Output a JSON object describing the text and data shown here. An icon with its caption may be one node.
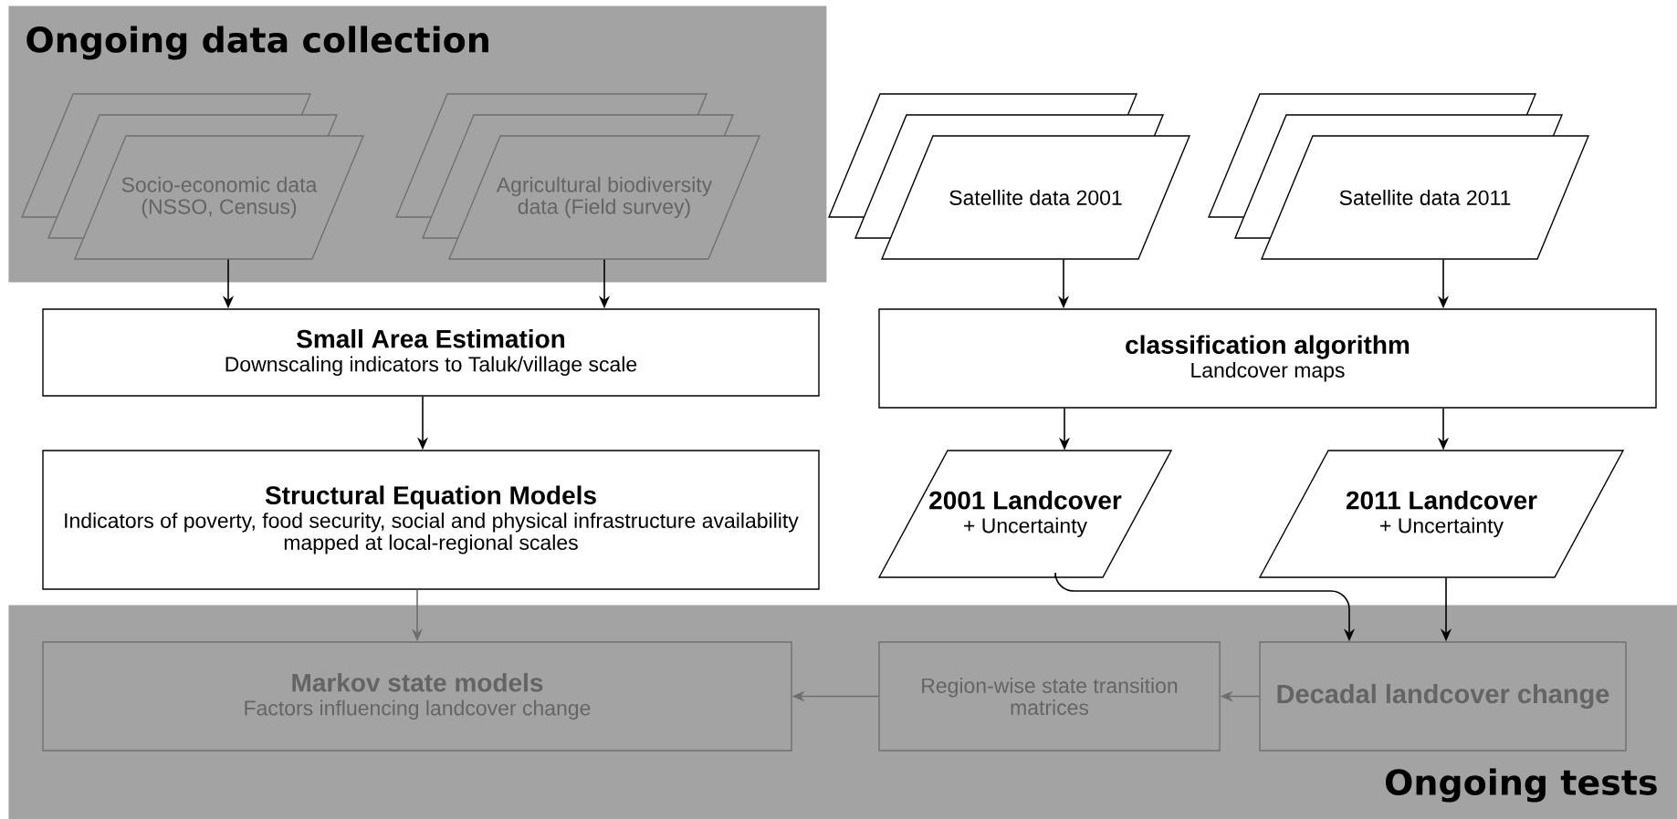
{
  "diagram": {
    "nodes": [
      {
        "text": [
          "Ongoing data collection"
        ]
      },
      {
        "text": [
          "Socio-economic data (NSSO, Census)"
        ],
        "in": 0
      },
      {
        "text": [
          "Agricultural biodiversity data (Field survey)"
        ],
        "in": 0
      },
      {
        "text": [
          "Satellite data 2001"
        ]
      },
      {
        "text": [
          "Satellite data 2011"
        ]
      },
      {
        "text": [
          "Small Area Estimation",
          "Downscaling indicators to Taluk/village scale"
        ]
      },
      {
        "text": [
          "classification algorithm",
          "Landcover maps"
        ]
      },
      {
        "text": [
          "Structural Equation Models",
          "Indicators of poverty, food security, social and physical infrastructure availability mapped at local-regional scales"
        ]
      },
      {
        "text": [
          "2001 Landcover",
          "+ Uncertainty"
        ]
      },
      {
        "text": [
          "2011 Landcover",
          "+ Uncertainty"
        ]
      },
      {
        "text": [
          "Ongoing tests"
        ]
      },
      {
        "text": [
          "Markov state models",
          "Factors influencing landcover change"
        ],
        "in": 10
      },
      {
        "text": [
          "Region-wise state transition matrices"
        ],
        "in": 10
      },
      {
        "text": [
          "Decadal landcover change"
        ],
        "in": 10
      }
    ],
    "edges": [
      {
        "from": 1,
        "to": 5,
        "arrow": "to"
      },
      {
        "from": 2,
        "to": 5,
        "arrow": "to"
      },
      {
        "from": 5,
        "to": 7,
        "arrow": "to"
      },
      {
        "from": 7,
        "to": 11,
        "arrow": "to",
        "color": "#6e6e6e"
      },
      {
        "from": 3,
        "to": 6,
        "arrow": "to"
      },
      {
        "from": 4,
        "to": 6,
        "arrow": "to"
      },
      {
        "from": 6,
        "to": 8,
        "arrow": "to"
      },
      {
        "from": 6,
        "to": 9,
        "arrow": "to"
      },
      {
        "from": 8,
        "to": 13,
        "arrow": "to"
      },
      {
        "from": 9,
        "to": 13,
        "arrow": "to"
      },
      {
        "from": 13,
        "to": 12,
        "arrow": "to",
        "color": "#6e6e6e"
      },
      {
        "from": 12,
        "to": 11,
        "arrow": "to",
        "color": "#6e6e6e"
      }
    ]
  }
}
